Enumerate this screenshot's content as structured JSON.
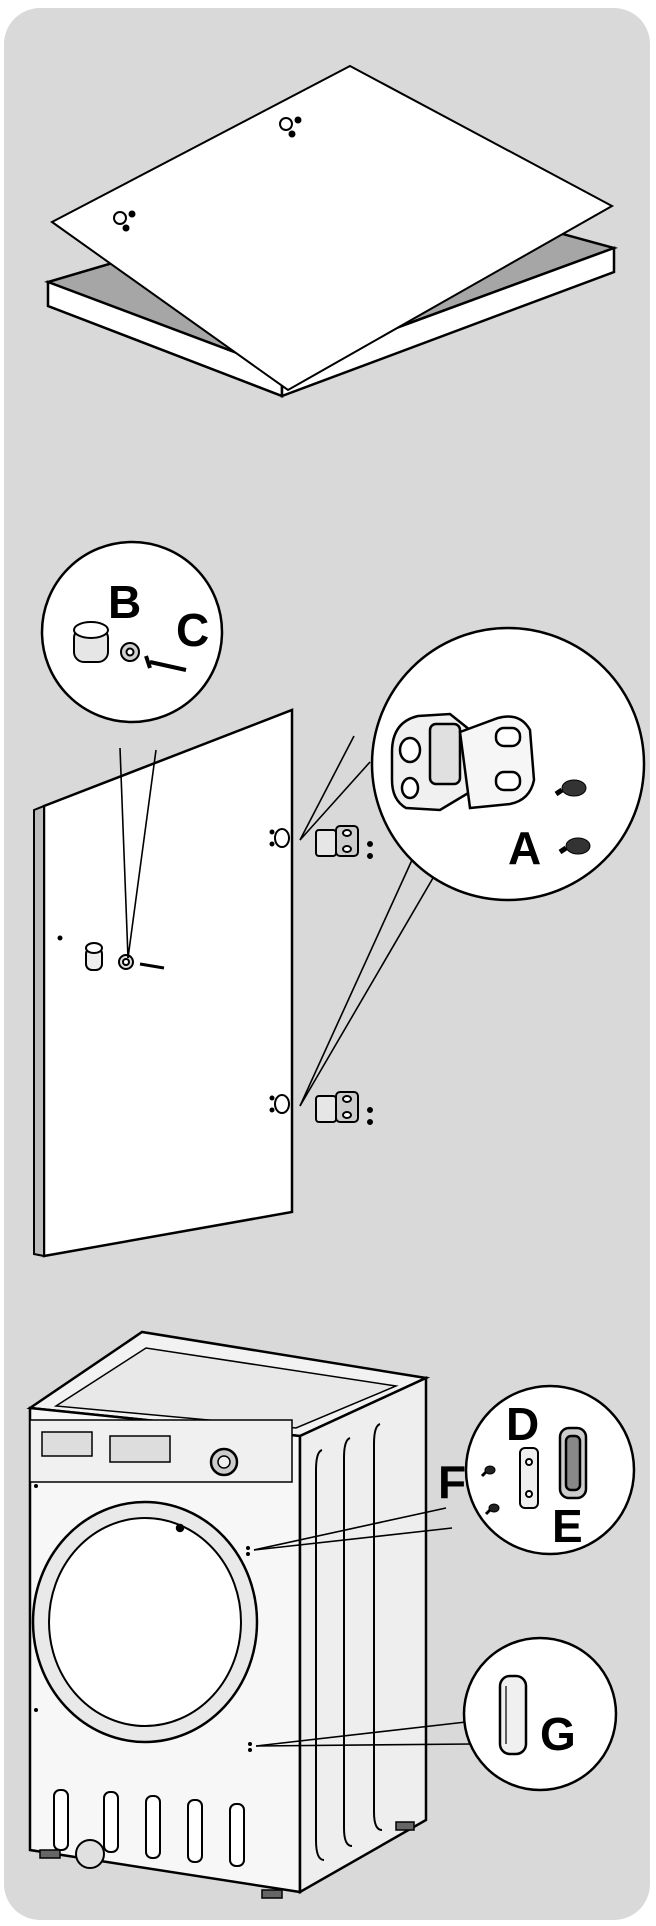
{
  "labels": {
    "A": "A",
    "B": "B",
    "C": "C",
    "D": "D",
    "E": "E",
    "F": "F",
    "G": "G"
  },
  "colors": {
    "panel": "#d9d9d9",
    "stroke": "#000000",
    "worktop": "#a6a6a6",
    "paper": "#ffffff"
  }
}
